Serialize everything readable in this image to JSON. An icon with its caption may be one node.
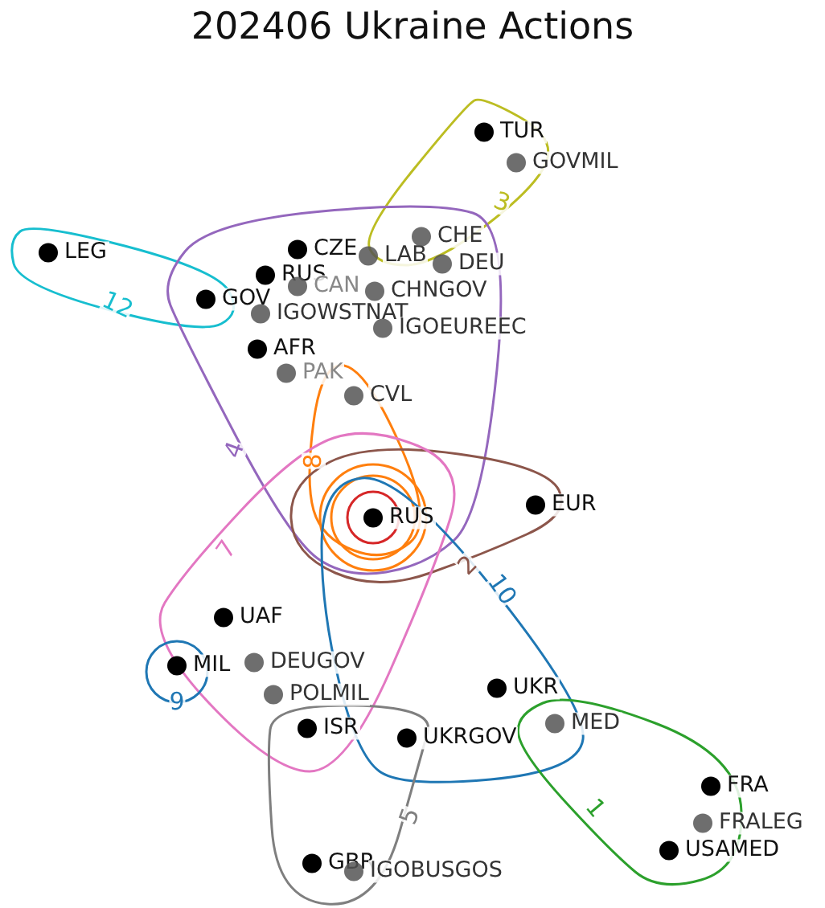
{
  "diagram": {
    "title": "202406 Ukraine Actions",
    "nodes": [
      {
        "text": [
          "TUR"
        ]
      },
      {
        "text": [
          "GOVMIL"
        ]
      },
      {
        "text": [
          "LEG"
        ]
      },
      {
        "text": [
          "GOV"
        ]
      },
      {
        "text": [
          "CZE"
        ]
      },
      {
        "text": [
          "LAB"
        ]
      },
      {
        "text": [
          "CHE"
        ]
      },
      {
        "text": [
          "DEU"
        ]
      },
      {
        "text": [
          "RUS"
        ]
      },
      {
        "text": [
          "CAN"
        ]
      },
      {
        "text": [
          "CHNGOV"
        ]
      },
      {
        "text": [
          "IGOWSTNAT"
        ]
      },
      {
        "text": [
          "IGOEUREEC"
        ]
      },
      {
        "text": [
          "AFR"
        ]
      },
      {
        "text": [
          "PAK"
        ]
      },
      {
        "text": [
          "CVL"
        ]
      },
      {
        "text": [
          "RUS"
        ]
      },
      {
        "text": [
          "EUR"
        ]
      },
      {
        "text": [
          "UAF"
        ]
      },
      {
        "text": [
          "MIL"
        ]
      },
      {
        "text": [
          "DEUGOV"
        ]
      },
      {
        "text": [
          "POLMIL"
        ]
      },
      {
        "text": [
          "ISR"
        ]
      },
      {
        "text": [
          "UKR"
        ]
      },
      {
        "text": [
          "UKRGOV"
        ]
      },
      {
        "text": [
          "MED"
        ]
      },
      {
        "text": [
          "FRA"
        ]
      },
      {
        "text": [
          "FRALEG"
        ]
      },
      {
        "text": [
          "USAMED"
        ]
      },
      {
        "text": [
          "GBR"
        ]
      },
      {
        "text": [
          "IGOBUSGOS"
        ]
      }
    ],
    "labels": [
      "3",
      "12",
      "4",
      "8",
      "7",
      "2",
      "10",
      "9",
      "5",
      "1"
    ]
  }
}
